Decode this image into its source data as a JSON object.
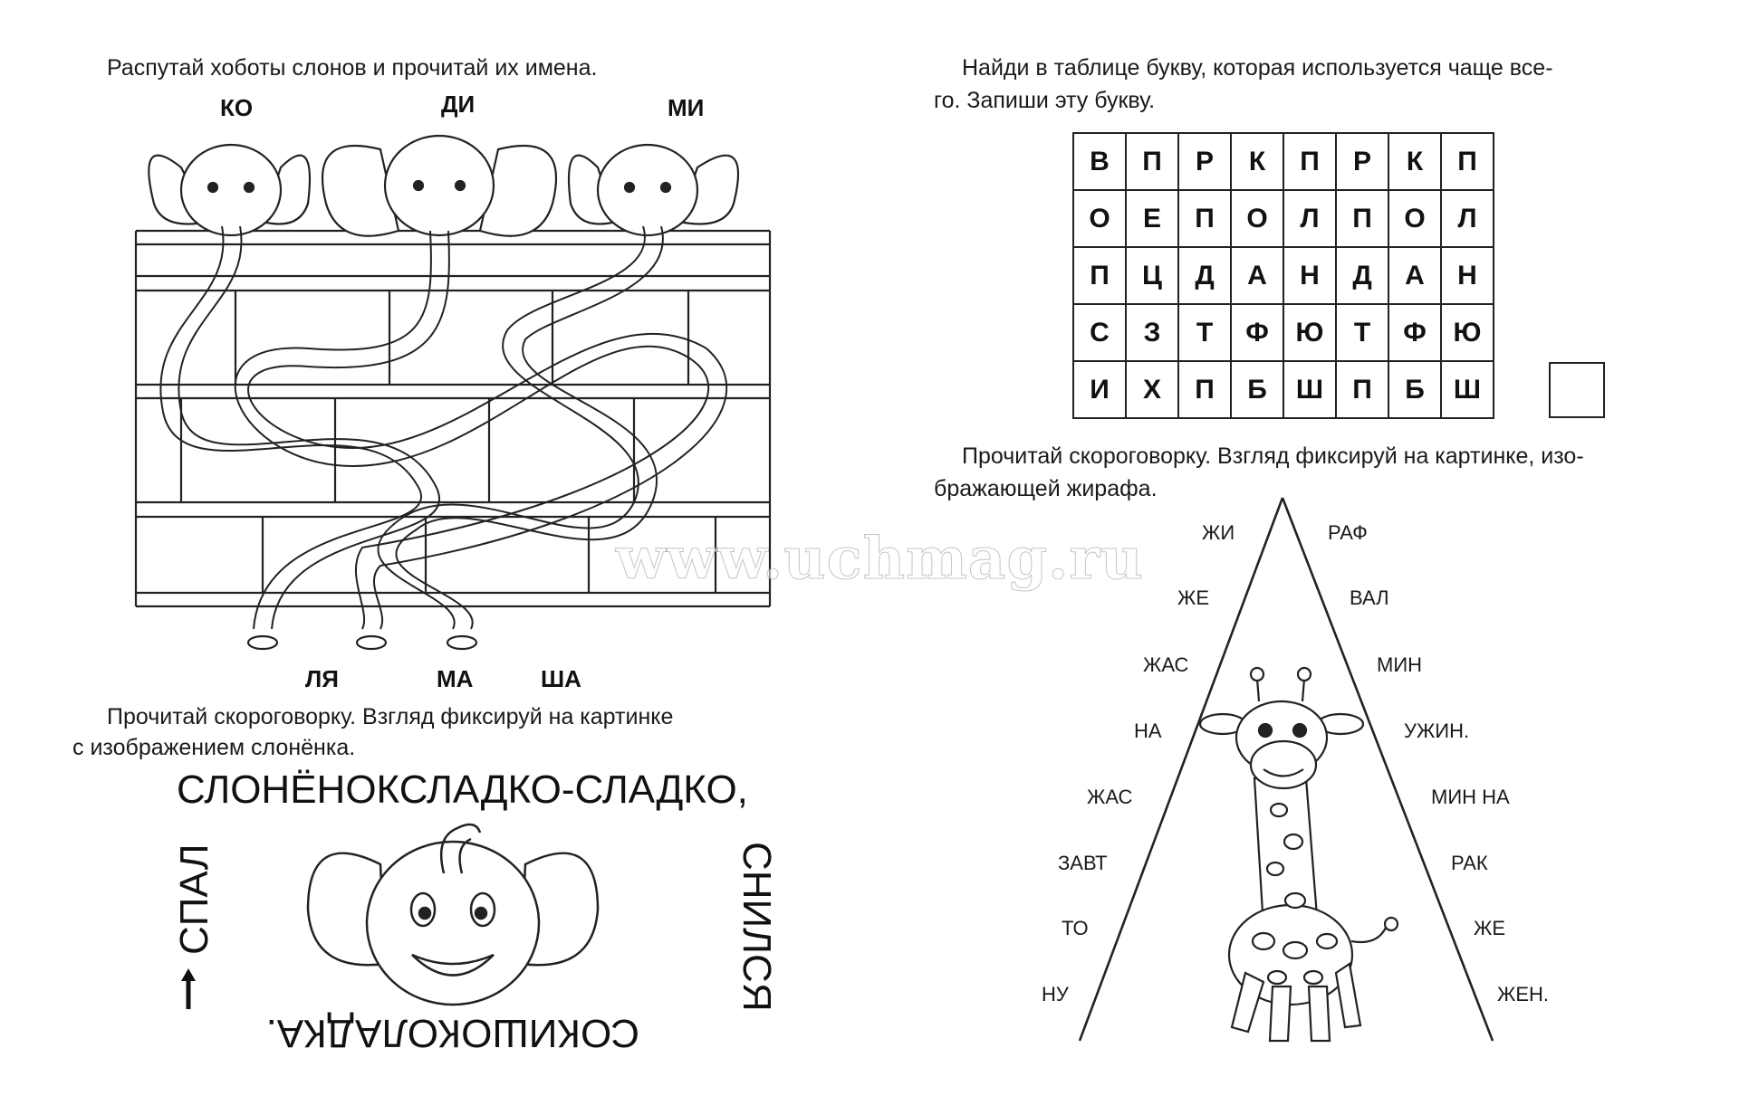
{
  "left": {
    "task1": {
      "instruction": "Распутай хоботы слонов и прочитай их имена.",
      "top_syllables": [
        "КО",
        "ДИ",
        "МИ"
      ],
      "bottom_syllables": [
        "ЛЯ",
        "МА",
        "ША"
      ]
    },
    "task2": {
      "instruction_line1": "Прочитай скороговорку. Взгляд фиксируй на картинке",
      "instruction_line2": "с изображением слонёнка.",
      "top_text": "СЛОНЁНОКСЛАДКО-СЛАДКО,",
      "right_text": "СНИЛСЯ",
      "bottom_text": "СОКИШОКОЛАДКА.",
      "left_text": "СПАЛ"
    }
  },
  "right": {
    "task1": {
      "instruction_line1": "Найди в таблице букву, которая используется чаще все-",
      "instruction_line2": "го. Запиши эту букву.",
      "grid": [
        [
          "В",
          "П",
          "Р",
          "К",
          "П",
          "Р",
          "К",
          "П"
        ],
        [
          "О",
          "Е",
          "П",
          "О",
          "Л",
          "П",
          "О",
          "Л"
        ],
        [
          "П",
          "Ц",
          "Д",
          "А",
          "Н",
          "Д",
          "А",
          "Н"
        ],
        [
          "С",
          "З",
          "Т",
          "Ф",
          "Ю",
          "Т",
          "Ф",
          "Ю"
        ],
        [
          "И",
          "Х",
          "П",
          "Б",
          "Ш",
          "П",
          "Б",
          "Ш"
        ]
      ]
    },
    "task2": {
      "instruction_line1": "Прочитай скороговорку. Взгляд фиксируй на картинке, изо-",
      "instruction_line2": "бражающей жирафа.",
      "left_words": [
        "ЖИ",
        "ЖЕ",
        "ЖАС",
        "НА",
        "ЖАС",
        "ЗАВТ",
        "ТО",
        "НУ"
      ],
      "right_words": [
        "РАФ",
        "ВАЛ",
        "МИН",
        "УЖИН.",
        "МИН НА",
        "РАК",
        "ЖЕ",
        "ЖЕН."
      ]
    }
  },
  "watermark": "www.uchmag.ru"
}
